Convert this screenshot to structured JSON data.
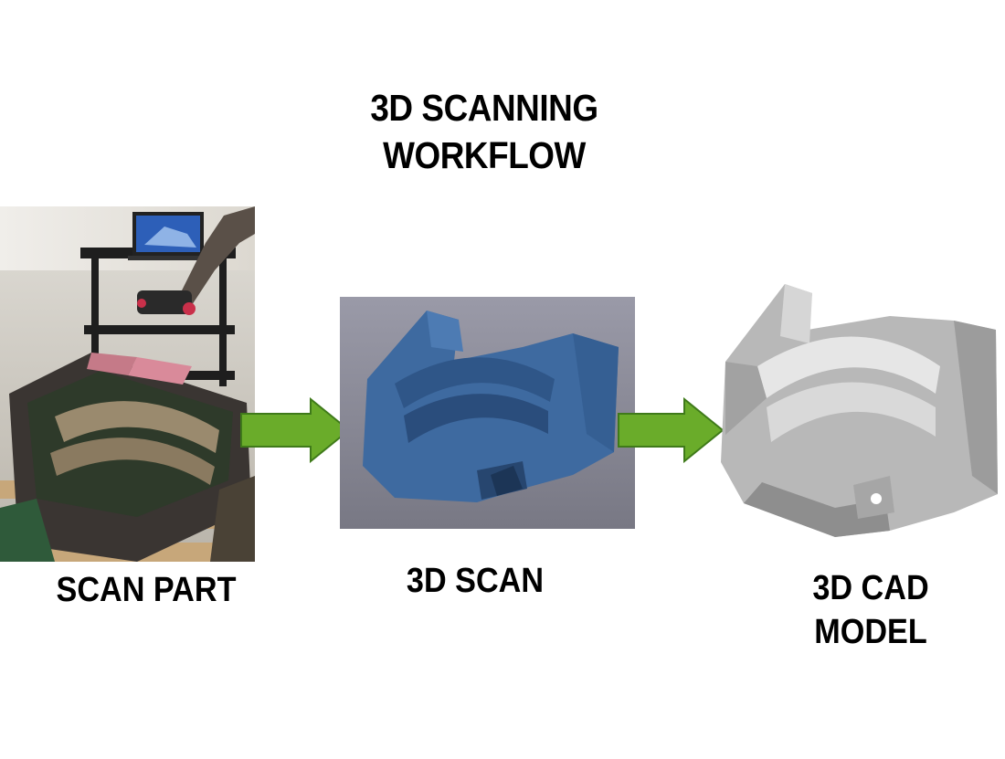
{
  "title": {
    "line1": "3D SCANNING",
    "line2": "WORKFLOW"
  },
  "steps": [
    {
      "caption_line1": "SCAN PART",
      "caption_line2": ""
    },
    {
      "caption_line1": "3D SCAN",
      "caption_line2": ""
    },
    {
      "caption_line1": "3D CAD",
      "caption_line2": "MODEL"
    }
  ],
  "colors": {
    "arrow_fill": "#6aac2a",
    "arrow_stroke": "#3f7a1a",
    "scan_background": "#8c8c98",
    "scan_part": "#3e6aa0",
    "cad_part": "#a9a9a9"
  }
}
